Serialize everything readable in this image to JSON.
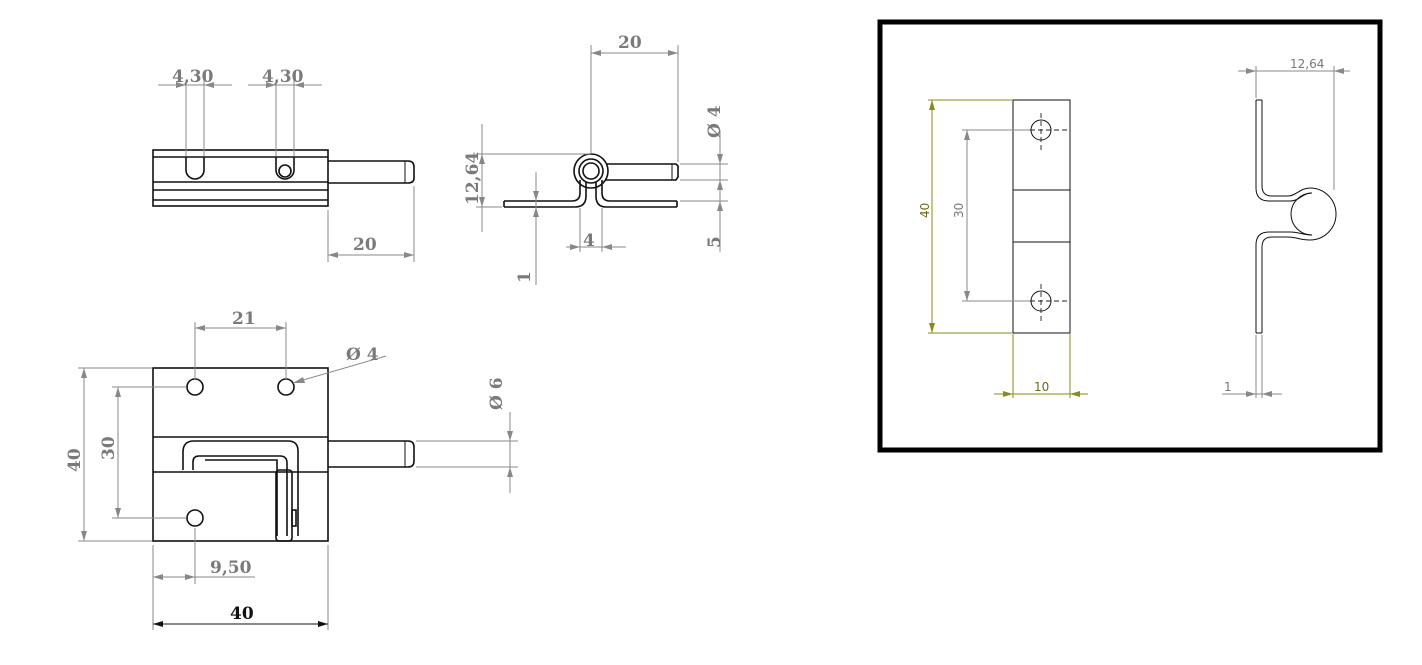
{
  "front_view": {
    "slot1_width": "4,30",
    "slot2_width": "4,30",
    "pin_length": "20"
  },
  "side_view": {
    "top_width": "20",
    "diameter": "Ø 4",
    "height": "12,64",
    "thickness": "1",
    "slot": "4",
    "offset": "5"
  },
  "plan_view": {
    "hole_spacing": "21",
    "hole_diameter": "Ø 4",
    "height": "40",
    "hole_vertical": "30",
    "pin_diameter": "Ø 6",
    "hole_offset": "9,50",
    "width": "40"
  },
  "detail": {
    "height": "40",
    "hole_spacing": "30",
    "width": "10",
    "depth": "12,64",
    "thickness": "1"
  },
  "colors": {
    "part": "#111111",
    "dimension": "#888888",
    "detail_dimension": "#8a8a1e",
    "frame": "#000000"
  }
}
